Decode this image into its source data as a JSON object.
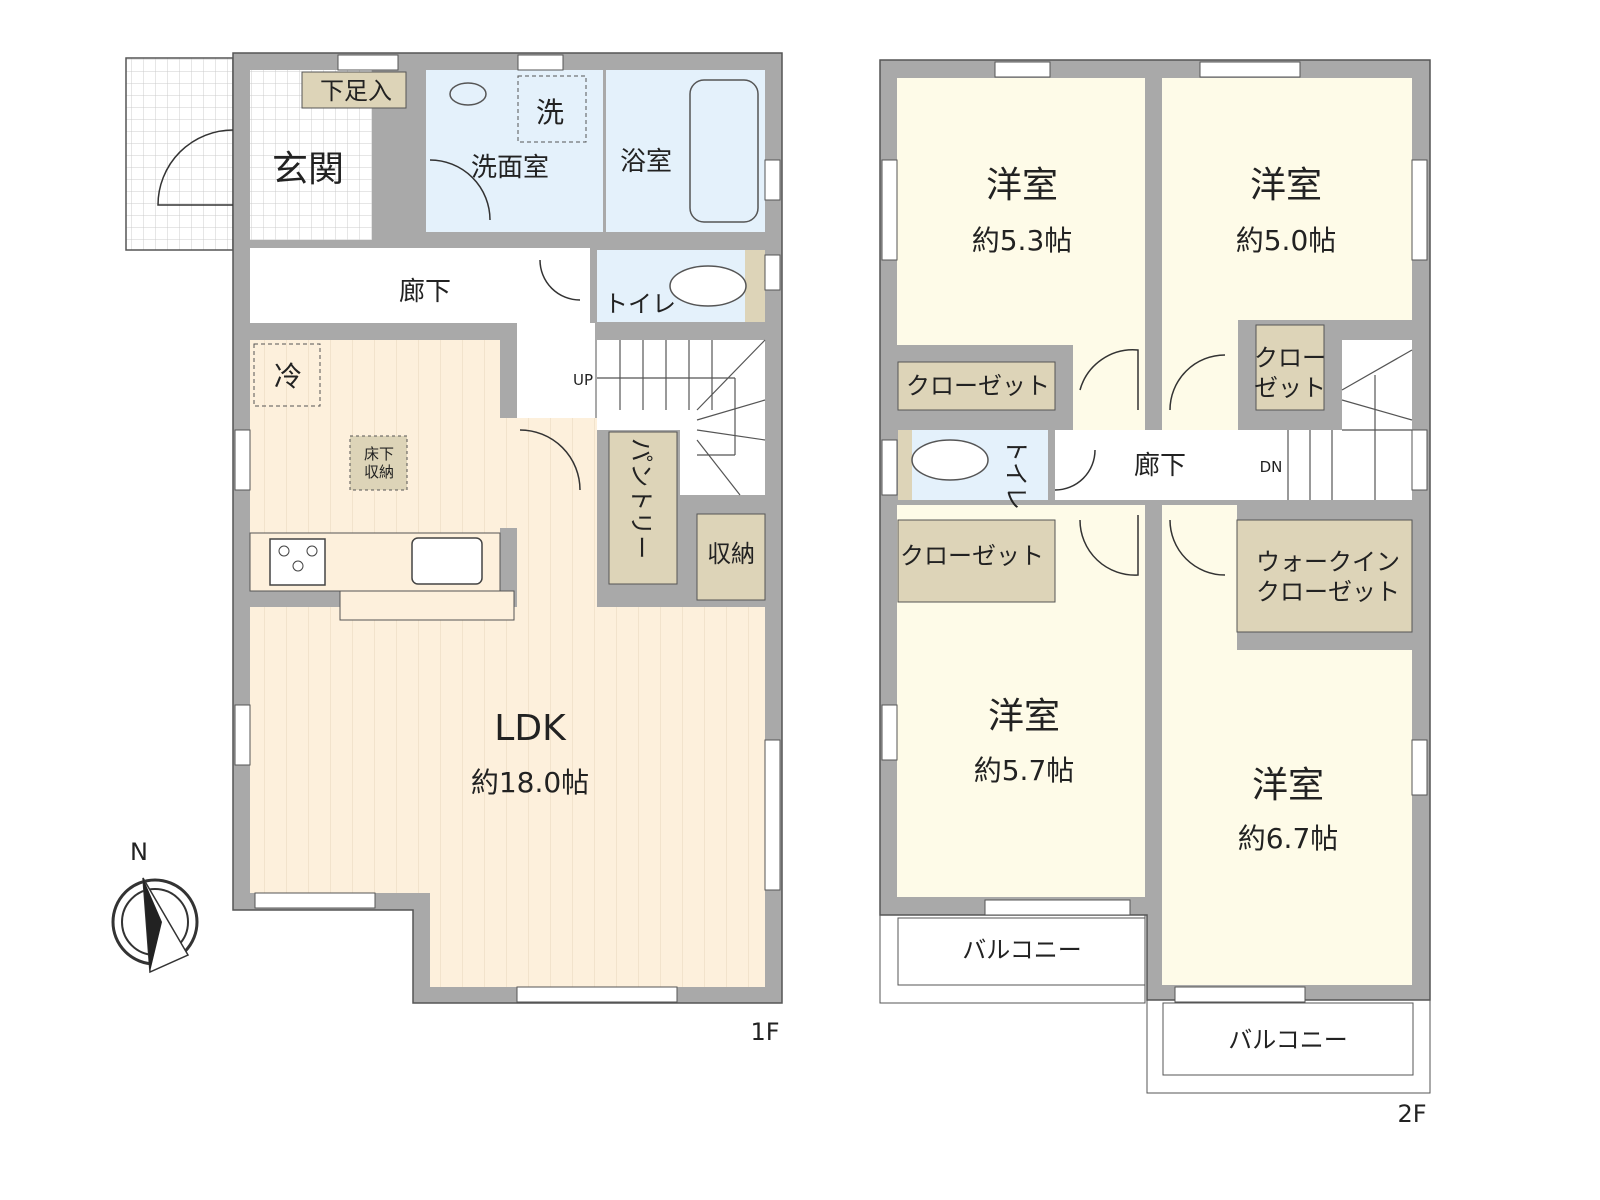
{
  "colors": {
    "wall": "#a9a9a9",
    "ldk_floor": "#fdf0dc",
    "wet": "#e4f1fb",
    "storage": "#ddd4b8",
    "bedroom": "#fefbe8",
    "porch": "#ffffff"
  },
  "floor1": {
    "label": "1F",
    "rooms": {
      "genkan": "玄関",
      "shoe_storage": "下足入",
      "washroom": "洗面室",
      "washer": "洗",
      "bathroom": "浴室",
      "hallway": "廊下",
      "toilet": "トイレ",
      "stairs_up": "UP",
      "fridge": "冷",
      "underfloor_storage": "床下\n収納",
      "underfloor_storage_line1": "床下",
      "underfloor_storage_line2": "収納",
      "pantry": "パントリー",
      "storage": "収納",
      "ldk": "LDK",
      "ldk_size": "約18.0帖"
    }
  },
  "floor2": {
    "label": "2F",
    "rooms": {
      "room_nw": "洋室",
      "room_nw_size": "約5.3帖",
      "room_ne": "洋室",
      "room_ne_size": "約5.0帖",
      "room_sw": "洋室",
      "room_sw_size": "約5.7帖",
      "room_se": "洋室",
      "room_se_size": "約6.7帖",
      "closet_nw": "クローゼット",
      "closet_ne_line1": "クロー",
      "closet_ne_line2": "ゼット",
      "closet_sw": "クローゼット",
      "walkin_line1": "ウォークイン",
      "walkin_line2": "クローゼット",
      "toilet": "トイレ",
      "hallway": "廊下",
      "stairs_down": "DN",
      "balcony_w": "バルコニー",
      "balcony_e": "バルコニー"
    }
  },
  "compass": {
    "north": "N"
  }
}
